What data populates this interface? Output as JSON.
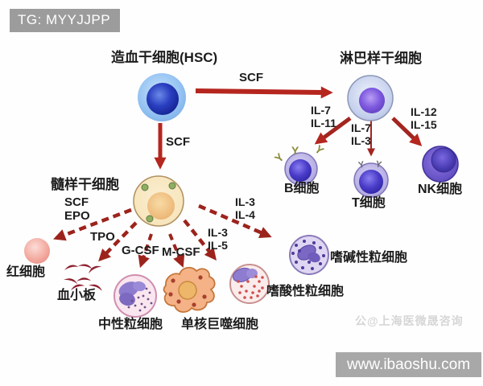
{
  "badge": {
    "text": "TG: MYYJJPP"
  },
  "diagram": {
    "cells": {
      "hsc": {
        "label": "造血干细胞(HSC)"
      },
      "lymphoid": {
        "label": "淋巴样干细胞"
      },
      "myeloid": {
        "label": "髓样干细胞"
      },
      "b_cell": {
        "label": "B细胞"
      },
      "t_cell": {
        "label": "T细胞"
      },
      "nk_cell": {
        "label": "NK细胞"
      },
      "rbc": {
        "label": "红细胞"
      },
      "platelet": {
        "label": "血小板"
      },
      "neutrophil": {
        "label": "中性粒细胞"
      },
      "macrophage": {
        "label": "单核巨噬细胞"
      },
      "eosinophil": {
        "label": "嗜酸性粒细胞"
      },
      "basophil": {
        "label": "嗜碱性粒细胞"
      }
    },
    "factors": {
      "scf_top": "SCF",
      "scf_down": "SCF",
      "il7_il11": "IL-7\nIL-11",
      "il7_il3": "IL-7\nIL-3",
      "il12_il15": "IL-12\nIL-15",
      "scf_epo": "SCF\nEPO",
      "tpo": "TPO",
      "gcsf": "G-CSF",
      "mcsf": "M-CSF",
      "il3_il5": "IL-3\nIL-5",
      "il3_il4": "IL-3\nIL-4"
    },
    "colors": {
      "arrow_solid": "#b5261f",
      "arrow_dashed": "#9c231c",
      "badge_bg": "#9c9c9c",
      "banner_bg": "#a8a8a8"
    }
  },
  "watermark": {
    "text": "公@上海医微晟咨询"
  },
  "footer": {
    "url": "www.ibaoshu.com"
  }
}
